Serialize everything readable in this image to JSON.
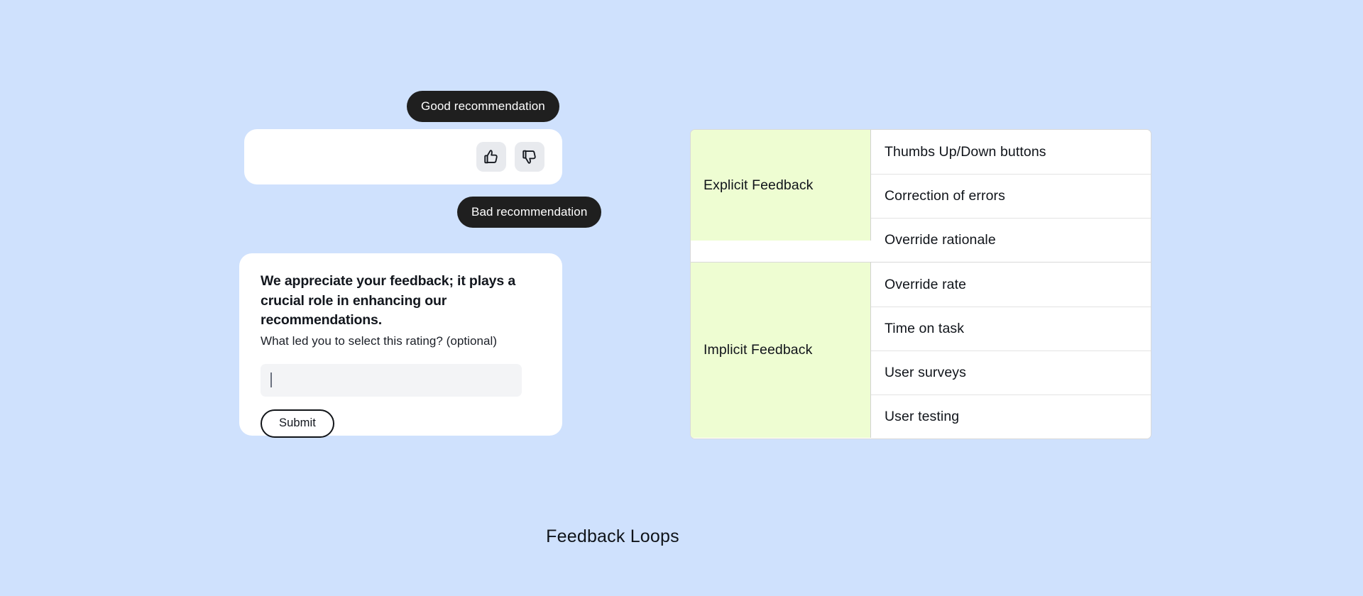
{
  "theme": {
    "background": "#cfe1fd",
    "card_background": "#ffffff",
    "tooltip_background": "#1f1f1f",
    "tooltip_text": "#ffffff",
    "category_cell_background": "#eefdd2",
    "input_background": "#f3f4f6",
    "thumb_button_background": "#e8eaee",
    "border": "#d9d9d9",
    "row_divider": "#e3e3e3",
    "text": "#10141a"
  },
  "tooltips": {
    "good": "Good recommendation",
    "bad": "Bad recommendation"
  },
  "rating_card": {
    "thumbs_up_icon": "thumbs-up-icon",
    "thumbs_down_icon": "thumbs-down-icon"
  },
  "feedback_form": {
    "heading": "We appreciate your feedback; it plays a crucial role in enhancing our recommendations.",
    "question": "What led you to select this rating? (optional)",
    "input_value": "",
    "input_placeholder": "",
    "submit_label": "Submit"
  },
  "table": {
    "groups": [
      {
        "category": "Explicit Feedback",
        "items": [
          "Thumbs Up/Down buttons",
          "Correction of errors",
          "Override rationale"
        ]
      },
      {
        "category": "Implicit Feedback",
        "items": [
          "Override rate",
          "Time on task",
          "User surveys",
          "User testing"
        ]
      }
    ]
  },
  "caption": "Feedback Loops"
}
